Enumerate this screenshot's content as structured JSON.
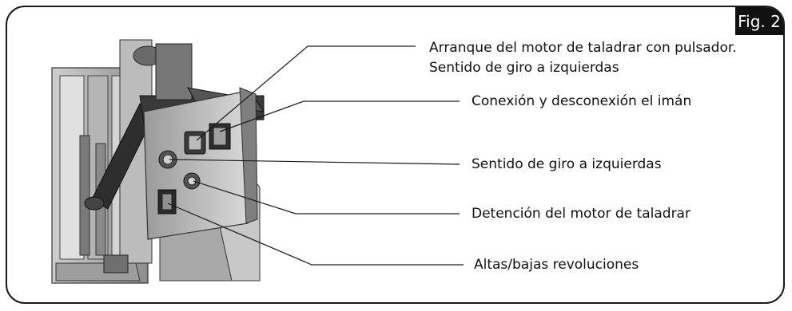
{
  "figure": {
    "label": "Fig. 2"
  },
  "callouts": [
    {
      "lines": [
        "Arranque del motor de taladrar con pulsador.",
        "Sentido de giro a izquierdas"
      ]
    },
    {
      "lines": [
        "Conexión y desconexión el imán"
      ]
    },
    {
      "lines": [
        "Sentido de giro a izquierdas"
      ]
    },
    {
      "lines": [
        "Detención del motor de taladrar"
      ]
    },
    {
      "lines": [
        "Altas/bajas revoluciones"
      ]
    }
  ]
}
